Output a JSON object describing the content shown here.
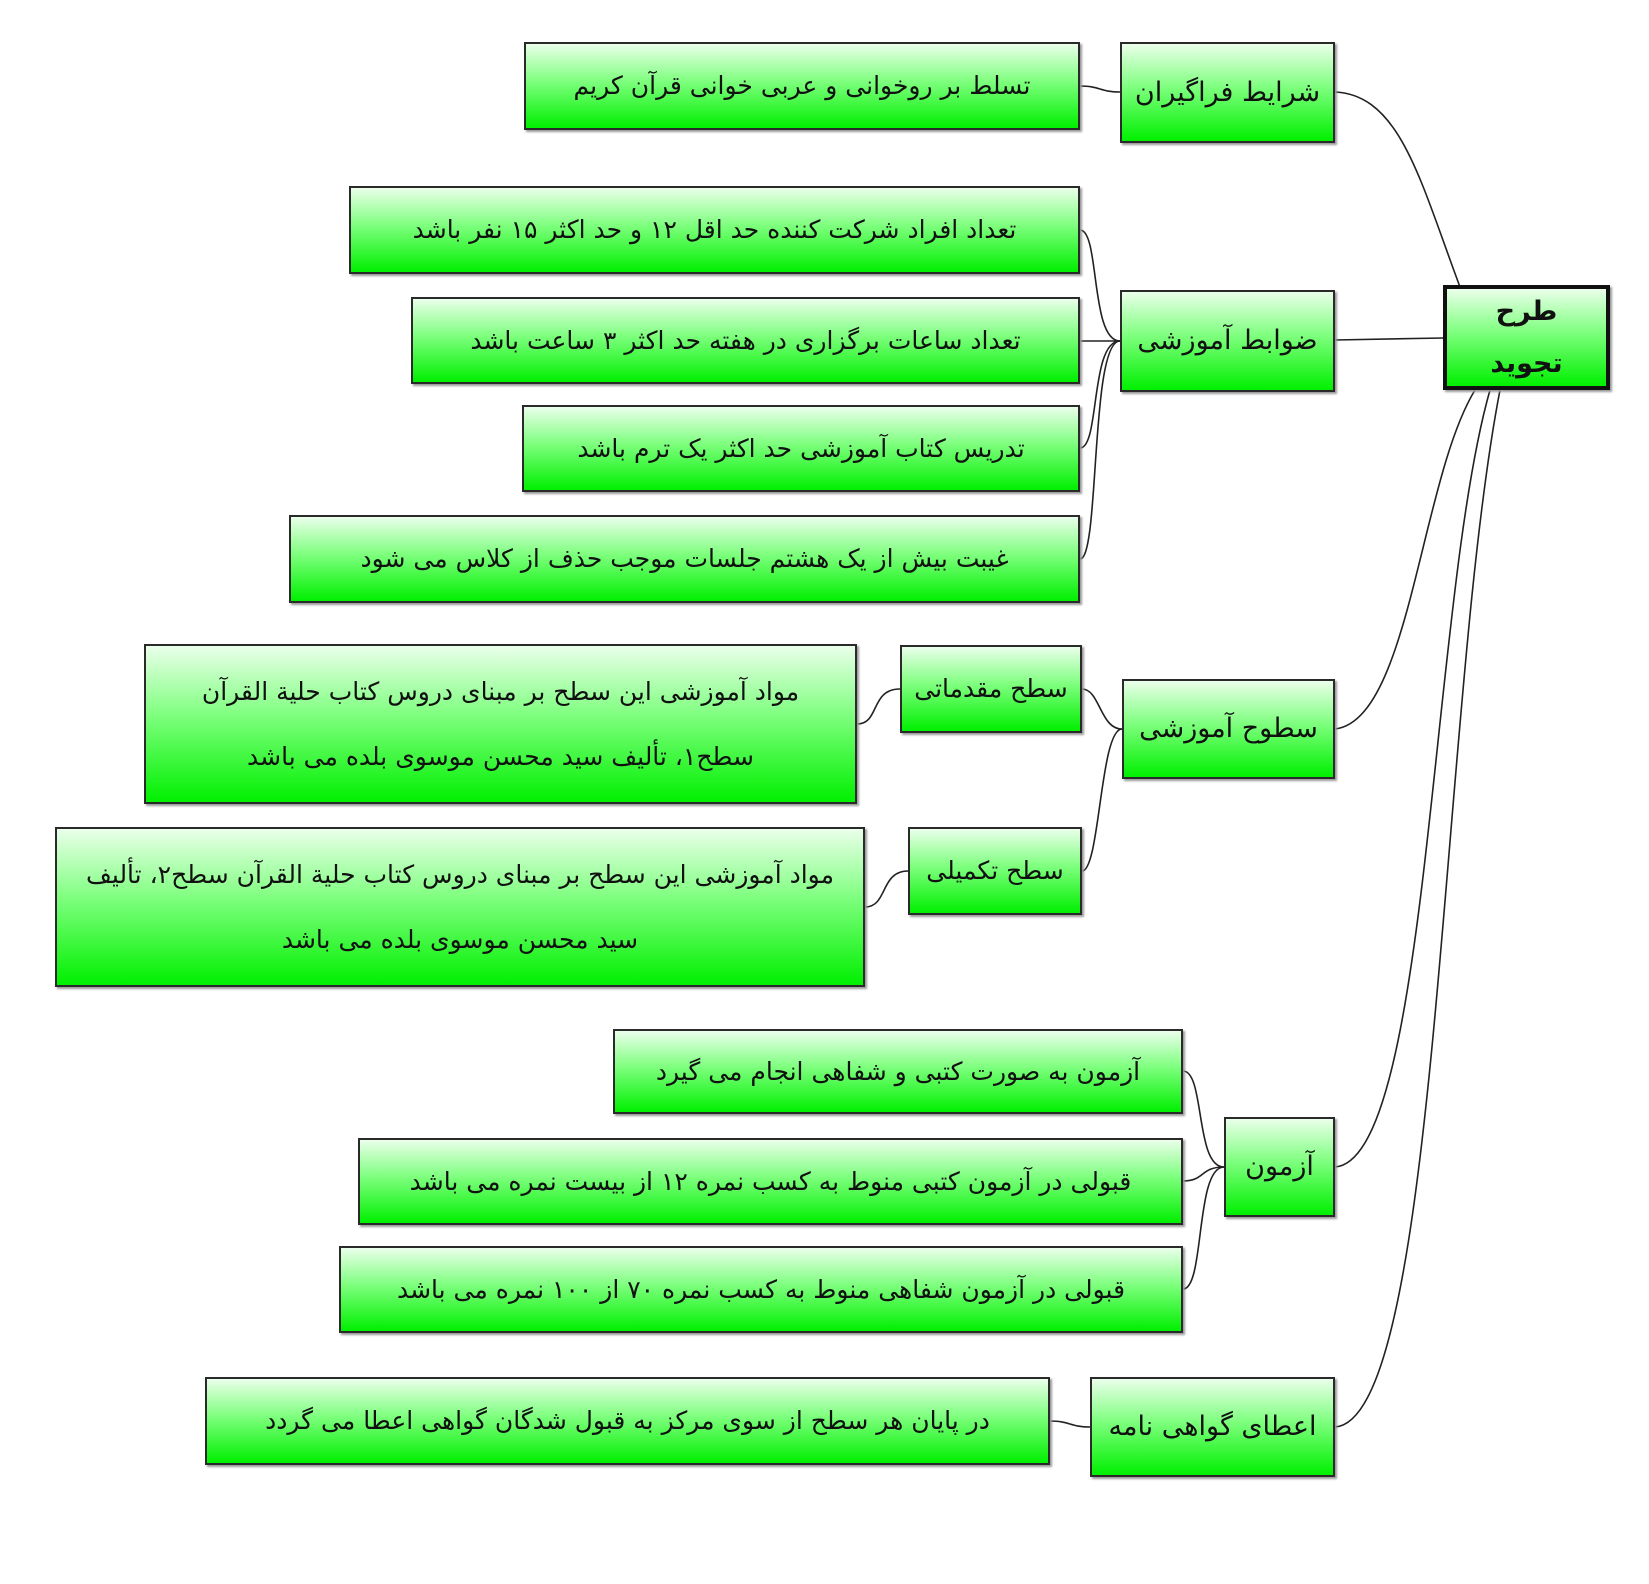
{
  "root": "طرح تجوید",
  "branches": [
    {
      "label": "شرایط فراگیران",
      "items": [
        "تسلط بر روخوانی و عربی خوانی قرآن کریم"
      ]
    },
    {
      "label": "ضوابط آموزشی",
      "items": [
        "تعداد افراد شرکت کننده حد اقل ۱۲ و حد اکثر ۱۵ نفر باشد",
        "تعداد ساعات برگزاری در هفته حد اکثر ۳ ساعت باشد",
        "تدریس کتاب آموزشی حد اکثر یک ترم باشد",
        "غیبت بیش از یک هشتم جلسات موجب حذف از کلاس می شود"
      ]
    },
    {
      "label": "سطوح آموزشی",
      "levels": [
        {
          "label": "سطح مقدماتی",
          "text": "مواد آموزشی این سطح بر مبنای دروس کتاب حلیة القرآن سطح۱، تألیف سید محسن موسوی بلده می باشد"
        },
        {
          "label": "سطح تکمیلی",
          "text": "مواد آموزشی این سطح بر مبنای دروس کتاب حلیة القرآن سطح۲، تألیف سید محسن موسوی بلده می باشد"
        }
      ]
    },
    {
      "label": "آزمون",
      "items": [
        "آزمون به صورت کتبی و شفاهی انجام می گیرد",
        "قبولی در آزمون کتبی منوط به کسب نمره ۱۲ از بیست نمره می باشد",
        "قبولی در آزمون شفاهی منوط به کسب نمره ۷۰ از ۱۰۰ نمره می باشد"
      ]
    },
    {
      "label": "اعطای گواهی نامه",
      "items": [
        "در پایان هر سطح از سوی مرکز به قبول شدگان گواهی اعطا می گردد"
      ]
    }
  ],
  "colors": {
    "fill_top": "#eaffea",
    "fill_bottom": "#00f000",
    "border": "#2a2a2a"
  }
}
